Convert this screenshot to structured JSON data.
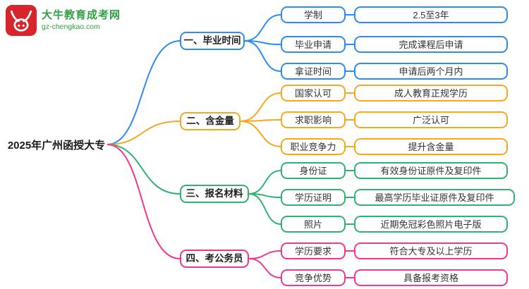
{
  "logo": {
    "site_name": "大牛教育成考网",
    "site_url": "gz-chengkao.com",
    "icon": "bull-icon",
    "icon_color": "#d7252b",
    "text_color": "#2f9e44"
  },
  "root": {
    "label": "2025年广州函授大专"
  },
  "branches": [
    {
      "label": "一、毕业时间",
      "color": "#2d8cf0",
      "children": [
        {
          "label": "学制",
          "value": "2.5至3年"
        },
        {
          "label": "毕业申请",
          "value": "完成课程后申请"
        },
        {
          "label": "拿证时间",
          "value": "申请后两个月内"
        }
      ]
    },
    {
      "label": "二、含金量",
      "color": "#f7a823",
      "children": [
        {
          "label": "国家认可",
          "value": "成人教育正规学历"
        },
        {
          "label": "求职影响",
          "value": "广泛认可"
        },
        {
          "label": "职业竞争力",
          "value": "提升含金量"
        }
      ]
    },
    {
      "label": "三、报名材料",
      "color": "#30b370",
      "children": [
        {
          "label": "身份证",
          "value": "有效身份证原件及复印件"
        },
        {
          "label": "学历证明",
          "value": "最高学历毕业证原件及复印件"
        },
        {
          "label": "照片",
          "value": "近期免冠彩色照片电子版"
        }
      ]
    },
    {
      "label": "四、考公务员",
      "color": "#f4378e",
      "children": [
        {
          "label": "学历要求",
          "value": "符合大专及以上学历"
        },
        {
          "label": "竞争优势",
          "value": "具备报考资格"
        }
      ]
    }
  ]
}
